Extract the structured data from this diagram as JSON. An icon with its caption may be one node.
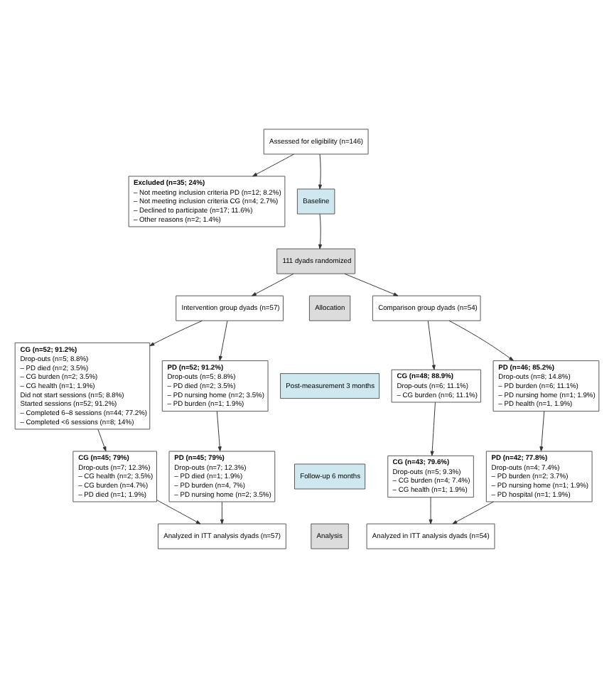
{
  "diagram": {
    "nodes": [
      {
        "text": [
          "Assessed for eligibility (n=146)"
        ]
      },
      {
        "text": [
          "Excluded (n=35; 24%)",
          "– Not meeting inclusion criteria PD (n=12; 8.2%)",
          "– Not meeting inclusion criteria CG (n=4; 2.7%)",
          "– Declined to participate (n=17; 11.6%)",
          "– Other reasons (n=2; 1.4%)"
        ]
      },
      {
        "text": [
          "Baseline"
        ]
      },
      {
        "text": [
          "111 dyads randomized"
        ]
      },
      {
        "text": [
          "Intervention group dyads (n=57)"
        ]
      },
      {
        "text": [
          "Allocation"
        ]
      },
      {
        "text": [
          "Comparison group dyads (n=54)"
        ]
      },
      {
        "text": [
          "CG (n=52; 91.2%)",
          "Drop-outs (n=5; 8.8%)",
          "– PD died (n=2; 3.5%)",
          "– CG burden (n=2; 3.5%)",
          "– CG health (n=1; 1.9%)",
          "Did not start sessions (n=5; 8.8%)",
          "Started sessions (n=52; 91.2%)",
          "– Completed 6–8 sessions (n=44; 77.2%)",
          "– Completed <6 sessions (n=8; 14%)"
        ]
      },
      {
        "text": [
          "PD (n=52; 91.2%)",
          "Drop-outs (n=5; 8.8%)",
          "– PD died (n=2; 3.5%)",
          "– PD nursing home (n=2; 3.5%)",
          "– PD burden (n=1; 1.9%)"
        ]
      },
      {
        "text": [
          "Post-measurement 3 months"
        ]
      },
      {
        "text": [
          "CG (n=48; 88.9%)",
          "Drop-outs (n=6; 11.1%)",
          "– CG burden (n=6; 11.1%)"
        ]
      },
      {
        "text": [
          "PD (n=46; 85.2%)",
          "Drop-outs (n=8; 14.8%)",
          "– PD burden (n=6; 11.1%)",
          "– PD nursing home (n=1; 1.9%)",
          "– PD health (n=1, 1.9%)"
        ]
      },
      {
        "text": [
          "CG (n=45; 79%)",
          "Drop-outs (n=7; 12.3%)",
          "– CG health (n=2; 3.5%)",
          "– CG burden (n=4.7%)",
          "– PD died (n=1; 1.9%)"
        ]
      },
      {
        "text": [
          "PD (n=45; 79%)",
          "Drop-outs (n=7; 12.3%)",
          "– PD died (n=1; 1.9%)",
          "– PD burden (n=4, 7%)",
          "– PD nursing home (n=2; 3.5%)"
        ]
      },
      {
        "text": [
          "Follow-up 6 months"
        ]
      },
      {
        "text": [
          "CG (n=43; 79.6%)",
          "Drop-outs (n=5; 9.3%)",
          "– CG burden (n=4; 7.4%)",
          "– CG health (n=1; 1.9%)"
        ]
      },
      {
        "text": [
          "PD (n=42; 77.8%)",
          "Drop-outs (n=4; 7.4%)",
          "– PD burden (n=2; 3.7%)",
          "– PD nursing home (n=1; 1.9%)",
          "– PD hospital (n=1; 1.9%)"
        ]
      },
      {
        "text": [
          "Analyzed in ITT analysis dyads (n=57)"
        ]
      },
      {
        "text": [
          "Analysis"
        ]
      },
      {
        "text": [
          "Analyzed in ITT analysis dyads (n=54)"
        ]
      }
    ],
    "edges": [
      {
        "from": 0,
        "to": 2,
        "arrow": "to"
      },
      {
        "from": 0,
        "to": 1,
        "arrow": "to"
      },
      {
        "from": 2,
        "to": 3,
        "arrow": "to"
      },
      {
        "from": 3,
        "to": 4,
        "arrow": "to"
      },
      {
        "from": 3,
        "to": 6,
        "arrow": "to"
      },
      {
        "from": 4,
        "to": 7,
        "arrow": "to"
      },
      {
        "from": 4,
        "to": 8,
        "arrow": "to"
      },
      {
        "from": 6,
        "to": 10,
        "arrow": "to"
      },
      {
        "from": 6,
        "to": 11,
        "arrow": "to"
      },
      {
        "from": 7,
        "to": 12,
        "arrow": "to"
      },
      {
        "from": 8,
        "to": 13,
        "arrow": "to"
      },
      {
        "from": 10,
        "to": 15,
        "arrow": "to"
      },
      {
        "from": 11,
        "to": 16,
        "arrow": "to"
      },
      {
        "from": 12,
        "to": 17,
        "arrow": "to"
      },
      {
        "from": 13,
        "to": 17,
        "arrow": "to"
      },
      {
        "from": 15,
        "to": 19,
        "arrow": "to"
      },
      {
        "from": 16,
        "to": 19,
        "arrow": "to"
      }
    ]
  }
}
